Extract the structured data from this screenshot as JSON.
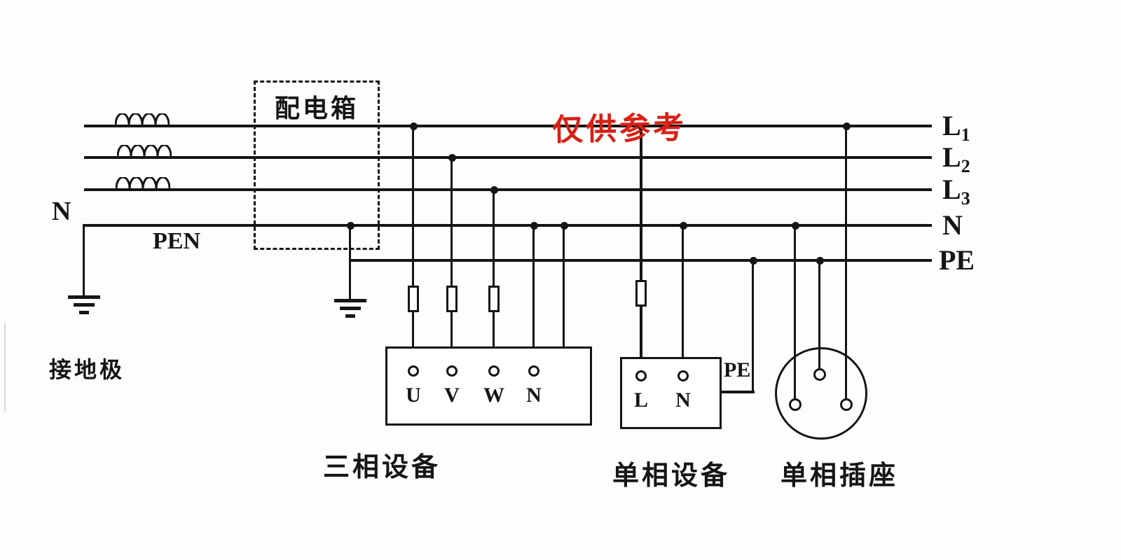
{
  "diagram": {
    "watermark": "仅供参考",
    "labels": {
      "distribution_box": "配电箱",
      "pen": "PEN",
      "n_left": "N",
      "grounding_electrode": "接地极",
      "three_phase_device": "三相设备",
      "single_phase_device": "单相设备",
      "single_phase_socket": "单相插座",
      "pe_tap": "PE"
    },
    "bus_labels": [
      {
        "label": "L",
        "sub": "1"
      },
      {
        "label": "L",
        "sub": "2"
      },
      {
        "label": "L",
        "sub": "3"
      },
      {
        "label": "N",
        "sub": ""
      },
      {
        "label": "PE",
        "sub": ""
      }
    ],
    "three_phase_terminals": [
      "U",
      "V",
      "W",
      "N"
    ],
    "single_phase_terminals": [
      "L",
      "N"
    ],
    "colors": {
      "line": "#151515",
      "watermark": "#d92015",
      "background": "#fdfdfd"
    }
  }
}
